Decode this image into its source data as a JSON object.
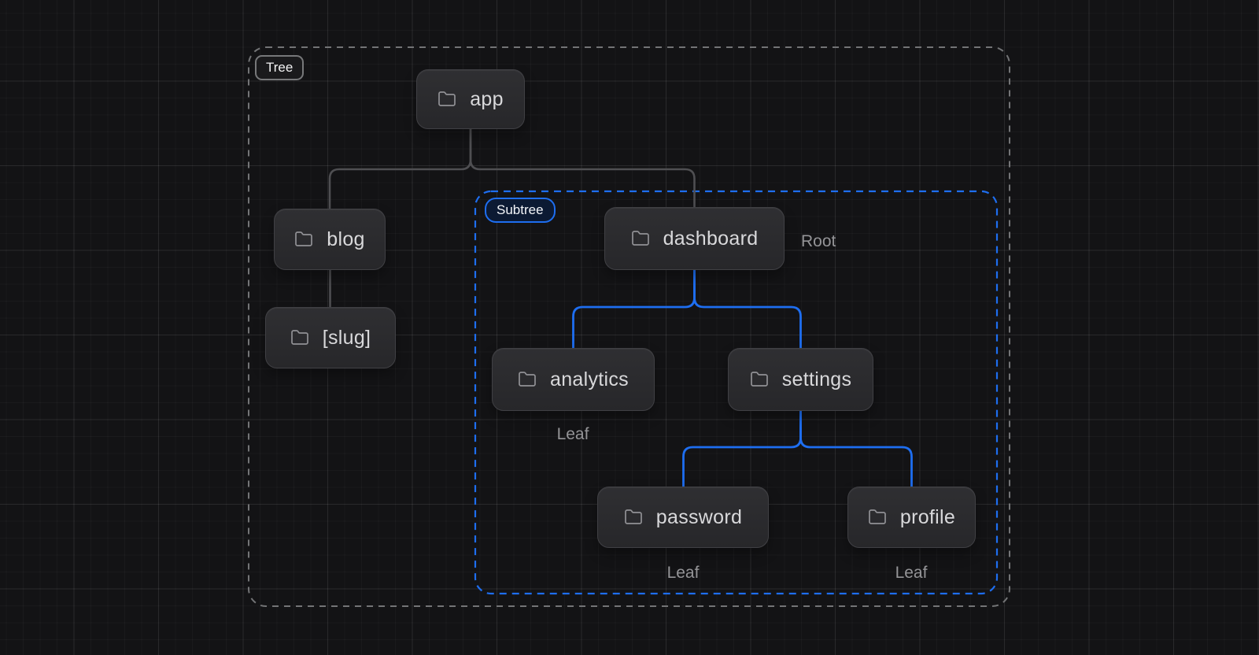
{
  "groups": {
    "tree": {
      "label": "Tree"
    },
    "subtree": {
      "label": "Subtree"
    }
  },
  "nodes": [
    {
      "id": "app",
      "label": "app",
      "icon": "folder"
    },
    {
      "id": "blog",
      "label": "blog",
      "icon": "folder"
    },
    {
      "id": "slug",
      "label": "[slug]",
      "icon": "folder"
    },
    {
      "id": "dashboard",
      "label": "dashboard",
      "icon": "folder",
      "annotation": "Root"
    },
    {
      "id": "analytics",
      "label": "analytics",
      "icon": "folder",
      "annotation": "Leaf"
    },
    {
      "id": "settings",
      "label": "settings",
      "icon": "folder"
    },
    {
      "id": "password",
      "label": "password",
      "icon": "folder",
      "annotation": "Leaf"
    },
    {
      "id": "profile",
      "label": "profile",
      "icon": "folder",
      "annotation": "Leaf"
    }
  ],
  "edges": [
    {
      "from": "app",
      "to": "blog",
      "color": "gray"
    },
    {
      "from": "app",
      "to": "dashboard",
      "color": "gray"
    },
    {
      "from": "blog",
      "to": "slug",
      "color": "gray"
    },
    {
      "from": "dashboard",
      "to": "analytics",
      "color": "blue"
    },
    {
      "from": "dashboard",
      "to": "settings",
      "color": "blue"
    },
    {
      "from": "settings",
      "to": "password",
      "color": "blue"
    },
    {
      "from": "settings",
      "to": "profile",
      "color": "blue"
    }
  ],
  "colors": {
    "background": "#131315",
    "accent_blue": "#1e6ef0",
    "edge_gray": "#4f4f52",
    "group_border_gray": "#737476",
    "node_fill_top": "#2f2f32",
    "node_fill_bottom": "#27272a",
    "node_border": "#404044",
    "node_text": "#d9d9db",
    "annotation_text": "#949497"
  }
}
